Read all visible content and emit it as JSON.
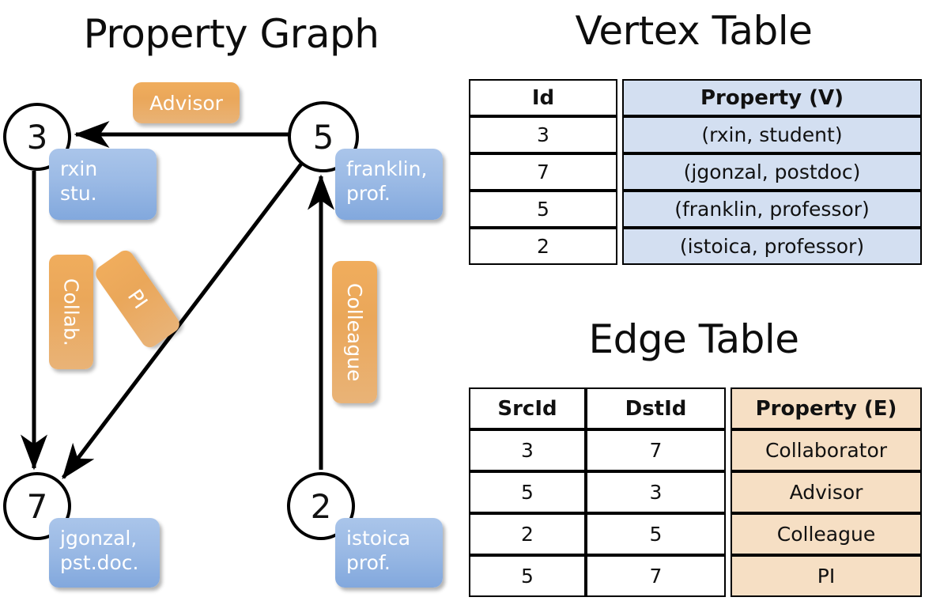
{
  "titles": {
    "graph": "Property Graph",
    "vertex_table": "Vertex Table",
    "edge_table": "Edge Table"
  },
  "graph": {
    "nodes": [
      {
        "id": "3",
        "property_label": "rxin\nstu."
      },
      {
        "id": "5",
        "property_label": "franklin,\nprof."
      },
      {
        "id": "7",
        "property_label": "jgonzal,\npst.doc."
      },
      {
        "id": "2",
        "property_label": "istoica\nprof."
      }
    ],
    "node_labels": {
      "n3": "3",
      "n5": "5",
      "n7": "7",
      "n2": "2"
    },
    "vertex_bubbles": {
      "rxin_line1": "rxin",
      "rxin_line2": "stu.",
      "franklin_line1": "franklin,",
      "franklin_line2": "prof.",
      "jgonzal_line1": "jgonzal,",
      "jgonzal_line2": "pst.doc.",
      "istoica_line1": "istoica",
      "istoica_line2": "prof."
    },
    "edge_bubbles": {
      "advisor": "Advisor",
      "collab": "Collab.",
      "pi": "PI",
      "colleague": "Colleague"
    },
    "edges": [
      {
        "from": "5",
        "to": "3",
        "label": "Advisor"
      },
      {
        "from": "3",
        "to": "7",
        "label": "Collab."
      },
      {
        "from": "5",
        "to": "7",
        "label": "PI"
      },
      {
        "from": "2",
        "to": "5",
        "label": "Colleague"
      }
    ]
  },
  "vertex_table": {
    "headers": [
      "Id",
      "Property (V)"
    ],
    "rows": [
      {
        "id": "3",
        "property": "(rxin, student)"
      },
      {
        "id": "7",
        "property": "(jgonzal, postdoc)"
      },
      {
        "id": "5",
        "property": "(franklin, professor)"
      },
      {
        "id": "2",
        "property": "(istoica, professor)"
      }
    ]
  },
  "edge_table": {
    "headers": [
      "SrcId",
      "DstId",
      "Property (E)"
    ],
    "rows": [
      {
        "src": "3",
        "dst": "7",
        "property": "Collaborator"
      },
      {
        "src": "5",
        "dst": "3",
        "property": "Advisor"
      },
      {
        "src": "2",
        "dst": "5",
        "property": "Colleague"
      },
      {
        "src": "5",
        "dst": "7",
        "property": "PI"
      }
    ]
  },
  "colors": {
    "vertex_property_fill": "#d3dff1",
    "edge_property_fill": "#f6dfc4",
    "vertex_bubble": "#9bbae5",
    "edge_bubble": "#eaa75a",
    "stroke": "#000000",
    "background": "#ffffff"
  }
}
